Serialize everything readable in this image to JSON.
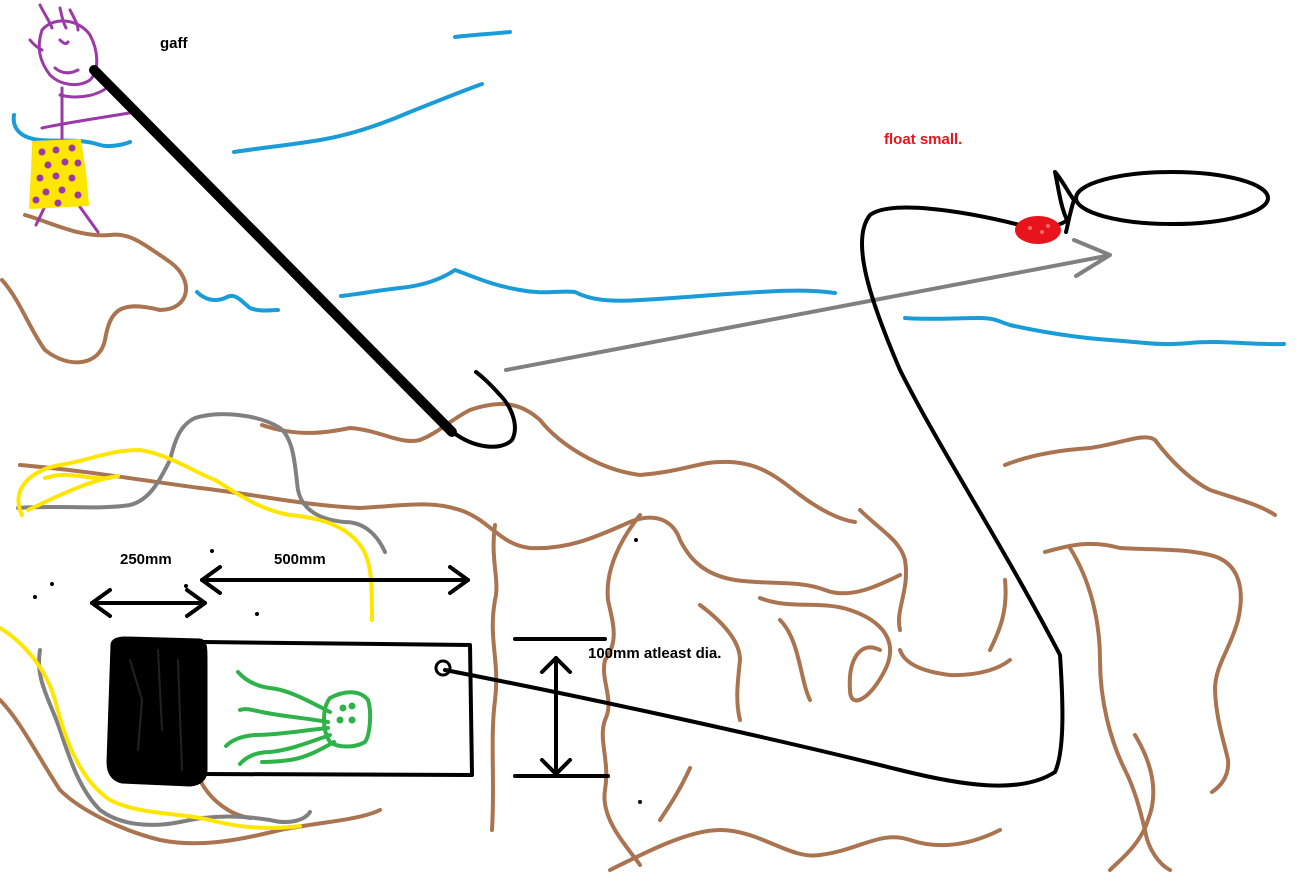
{
  "labels": {
    "gaff": "gaff",
    "float": "float small.",
    "dim_250": "250mm",
    "dim_500": "500mm",
    "dim_dia": "100mm atleast dia."
  },
  "colors": {
    "gaff_pole": "#000000",
    "water": "#1a9cd8",
    "rock": "#a9744f",
    "weed_grey": "#808080",
    "weed_yellow": "#ffe600",
    "person": "#9b39a8",
    "person_body": "#ffe600",
    "float": "#e8141c",
    "octopus": "#2fb24a",
    "line": "#000000",
    "label_text": "#000000",
    "float_label_text": "#e8141c",
    "throw_arrow": "#808080"
  }
}
